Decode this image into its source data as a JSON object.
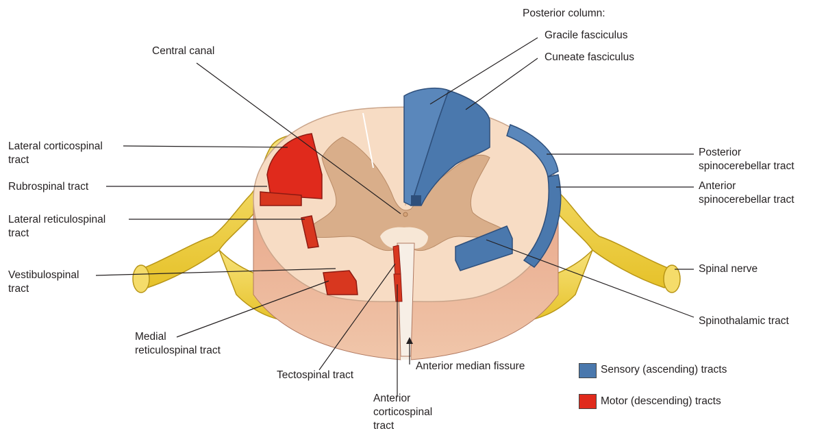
{
  "labels": {
    "posterior_column": "Posterior column:",
    "gracile_fasciculus": "Gracile fasciculus",
    "cuneate_fasciculus": "Cuneate fasciculus",
    "central_canal": "Central canal",
    "lateral_corticospinal": "Lateral corticospinal\ntract",
    "rubrospinal": "Rubrospinal tract",
    "lateral_reticulospinal": "Lateral reticulospinal\ntract",
    "vestibulospinal": "Vestibulospinal\ntract",
    "medial_reticulospinal": "Medial\nreticulospinal tract",
    "tectospinal": "Tectospinal tract",
    "anterior_corticospinal": "Anterior\ncorticospinal\ntract",
    "anterior_median_fissure": "Anterior median fissure",
    "posterior_spinocerebellar": "Posterior\nspinocerebellar tract",
    "anterior_spinocerebellar": "Anterior\nspinocerebellar tract",
    "spinal_nerve": "Spinal nerve",
    "spinothalamic": "Spinothalamic tract"
  },
  "legend": {
    "sensory": "Sensory (ascending) tracts",
    "motor": "Motor (descending) tracts"
  },
  "colors": {
    "sensory": "#4a78ad",
    "motor": "#e02a1c",
    "white_matter": "#f7dcc4",
    "gray_matter": "#d9b08c",
    "nerve": "#f2d33c",
    "side_tissue": "#e8a88c"
  }
}
